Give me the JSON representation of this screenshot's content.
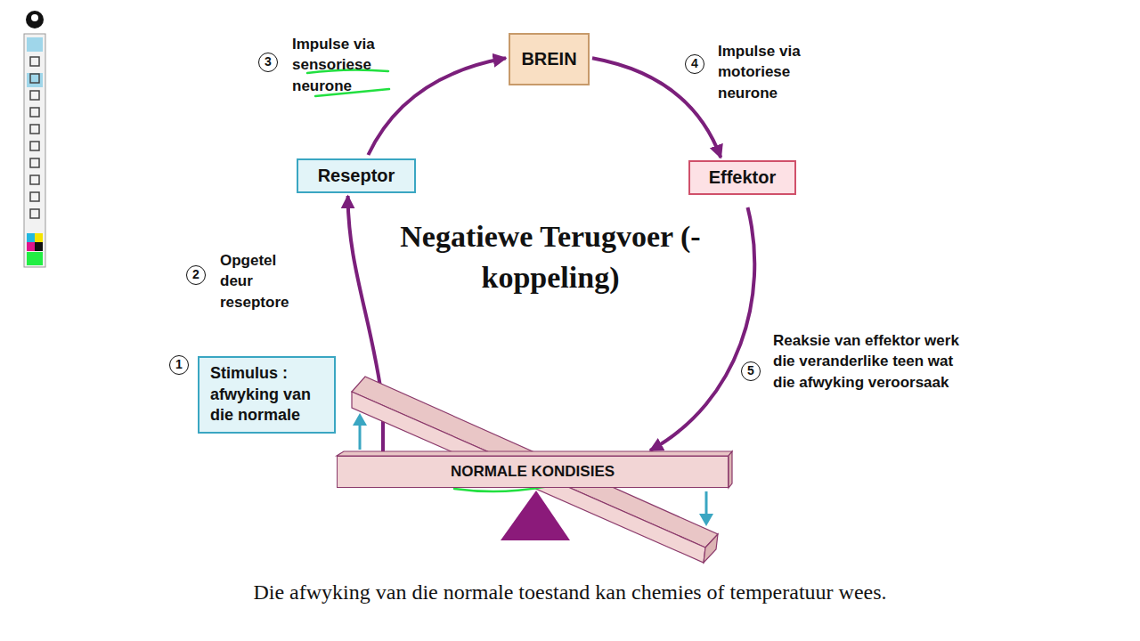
{
  "diagram": {
    "title": "Negatiewe Terugvoer (-koppeling)",
    "caption": "Die afwyking van die normale toestand kan chemies of temperatuur wees.",
    "nodes": [
      {
        "text": [
          "BREIN"
        ]
      },
      {
        "text": [
          "Reseptor"
        ]
      },
      {
        "text": [
          "Effektor"
        ]
      },
      {
        "text": [
          "Stimulus : afwyking van die normale"
        ]
      },
      {
        "text": [
          "NORMALE KONDISIES"
        ]
      }
    ],
    "edges": [
      {
        "from": 1,
        "to": 0,
        "arrow": "to",
        "label": "Impulse via sensoriese neurone"
      },
      {
        "from": 0,
        "to": 2,
        "arrow": "to",
        "label": "Impulse via motoriese neurone"
      },
      {
        "from": 2,
        "to": 4,
        "arrow": "to",
        "label": "Reaksie van effektor werk die veranderlike teen wat die afwyking veroorsaak"
      },
      {
        "from": 4,
        "to": 1,
        "arrow": "to",
        "label": "Opgetel deur reseptore"
      }
    ],
    "labels": [
      "1",
      "2",
      "3",
      "4",
      "5"
    ]
  }
}
